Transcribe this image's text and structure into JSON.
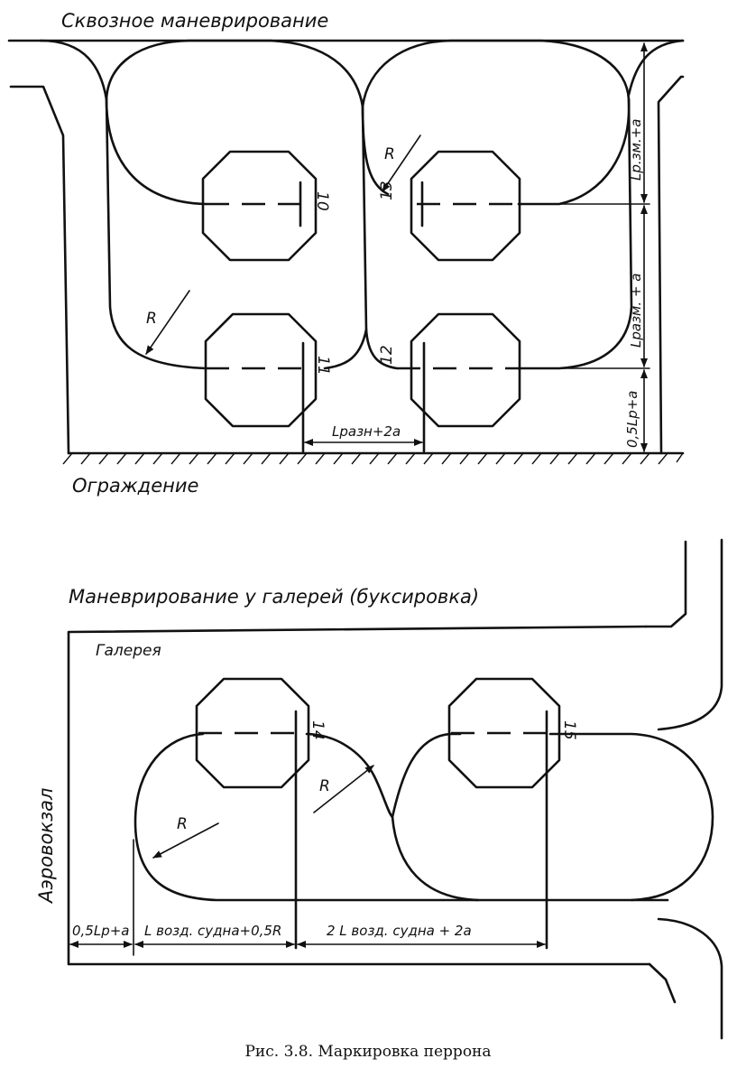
{
  "top_diagram": {
    "title": "Сквозное маневрирование",
    "bottom_label": "Ограждение",
    "stand_numbers": [
      "10",
      "13",
      "11",
      "12"
    ],
    "radius_label": "R",
    "dim_spacing": "Lразн+2a",
    "dim_row": "Lр.зм.+a",
    "dim_row2": "Lразм. + a",
    "dim_edge": "0,5Lр+a"
  },
  "bottom_diagram": {
    "title": "Маневрирование у галерей (буксировка)",
    "gallery_label": "Галерея",
    "terminal_label": "Аэровокзал",
    "stand_numbers": [
      "14",
      "15"
    ],
    "radius_label": "R",
    "dim_edge": "0,5Lр+a",
    "dim_mid": "L возд. судна+0,5R",
    "dim_spacing": "2 L возд. судна + 2a"
  },
  "caption": "Рис. 3.8. Маркировка перрона"
}
